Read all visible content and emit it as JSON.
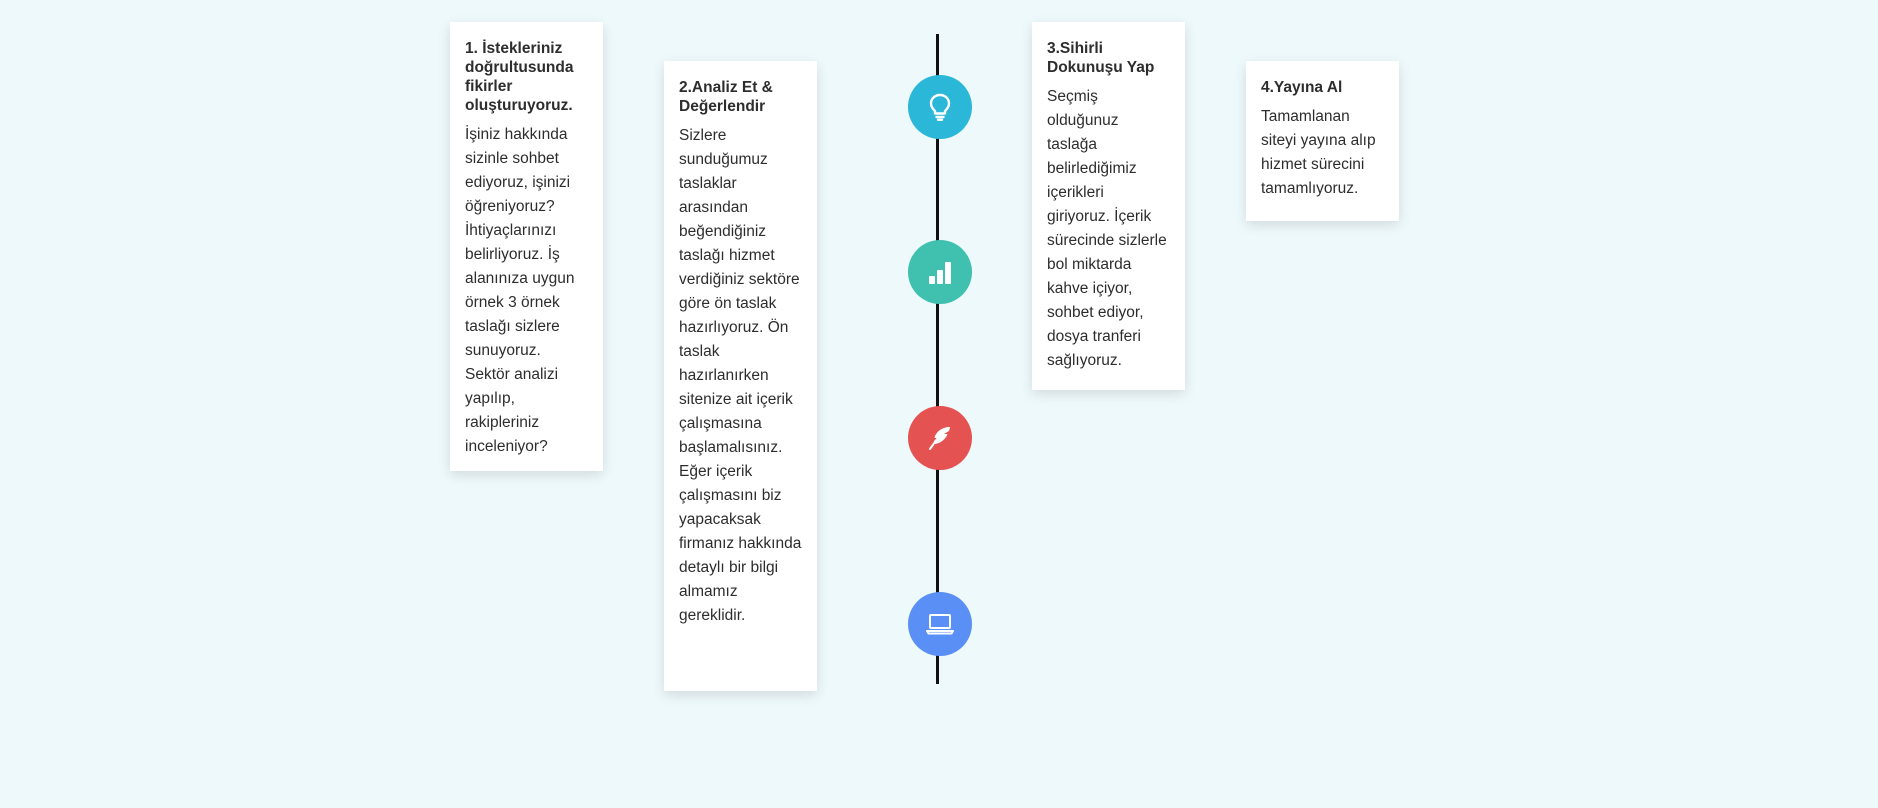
{
  "steps": [
    {
      "title": "1. İstekleriniz doğrultusunda fikirler oluşturuyoruz.",
      "body": "İşiniz hakkında sizinle sohbet ediyoruz, işinizi öğreniyoruz? İhtiyaçlarınızı belirliyoruz. İş alanınıza uygun örnek 3 örnek taslağı sizlere sunuyoruz. Sektör analizi yapılıp, rakipleriniz inceleniyor?"
    },
    {
      "title": "2.Analiz Et & Değerlendir",
      "body": "Sizlere sunduğumuz taslaklar arasından beğendiğiniz taslağı hizmet verdiğiniz sektöre göre ön taslak hazırlıyoruz. Ön taslak hazırlanırken sitenize ait içerik çalışmasına başlamalısınız. Eğer içerik çalışmasını biz yapacaksak firmanız hakkında detaylı bir bilgi almamız gereklidir."
    },
    {
      "title": "3.Sihirli Dokunuşu Yap",
      "body": "Seçmiş olduğunuz taslağa belirlediğimiz içerikleri giriyoruz. İçerik sürecinde sizlerle bol miktarda kahve içiyor, sohbet ediyor, dosya tranferi sağlıyoruz."
    },
    {
      "title": "4.Yayına Al",
      "body": "Tamamlanan siteyi yayına alıp hizmet sürecini tamamlıyoruz."
    }
  ],
  "nodes": [
    {
      "icon": "lightbulb-icon",
      "color": "#2ab7d8"
    },
    {
      "icon": "bar-chart-icon",
      "color": "#40c0ae"
    },
    {
      "icon": "feather-icon",
      "color": "#e45252"
    },
    {
      "icon": "laptop-icon",
      "color": "#5a8ff5"
    }
  ]
}
